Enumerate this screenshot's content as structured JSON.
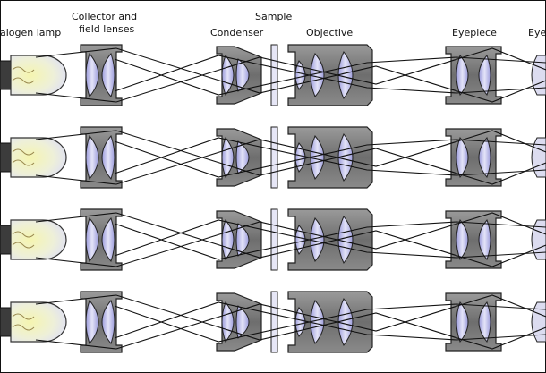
{
  "labels": {
    "halogen_lamp": "alogen lamp",
    "collector_line1": "Collector and",
    "collector_line2": "field lenses",
    "sample": "Sample",
    "condenser": "Condenser",
    "objective": "Objective",
    "eyepiece": "Eyepiece",
    "eye": "Eye"
  },
  "colors": {
    "housing": "#7d7d7d",
    "housing_dark": "#4a4a4a",
    "lens": "#b8b8e6",
    "lens_light": "#e9e9f8",
    "bulb_glow": "#f3f3a8",
    "bulb": "#e6e6f6",
    "ray": "#111111"
  },
  "rows": [
    {
      "name": "row-1"
    },
    {
      "name": "row-2"
    },
    {
      "name": "row-3"
    },
    {
      "name": "row-4"
    }
  ]
}
